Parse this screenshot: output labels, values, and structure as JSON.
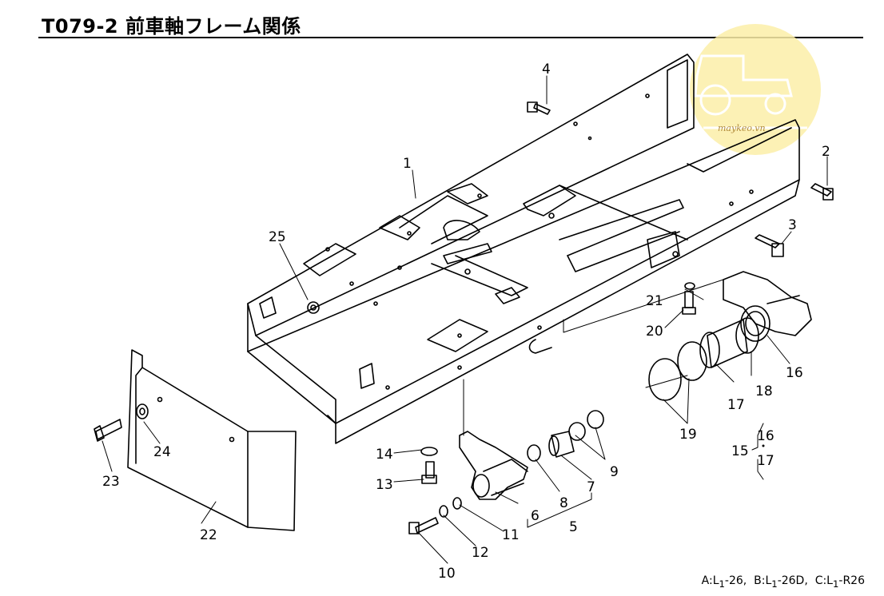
{
  "title": "T079-2 前車軸フレーム関係",
  "watermark": {
    "text": "maykeo.vn",
    "color": "#fbefa8"
  },
  "callouts": {
    "c1": "1",
    "c2": "2",
    "c3": "3",
    "c4": "4",
    "c5": "5",
    "c6": "6",
    "c7": "7",
    "c8": "8",
    "c9": "9",
    "c10": "10",
    "c11": "11",
    "c12": "12",
    "c13": "13",
    "c14": "14",
    "c15": "15",
    "c16": "16",
    "c16b": "16",
    "c17": "17",
    "c17b": "17",
    "c18": "18",
    "c19": "19",
    "c20": "20",
    "c21": "21",
    "c22": "22",
    "c23": "23",
    "c24": "24",
    "c25": "25"
  },
  "model_note": {
    "a_prefix": "A:L",
    "a_sub": "1",
    "a_suffix": "-26,  ",
    "b_prefix": "B:L",
    "b_sub": "1",
    "b_suffix": "-26D,  ",
    "c_prefix": "C:L",
    "c_sub": "1",
    "c_suffix": "-R26"
  }
}
